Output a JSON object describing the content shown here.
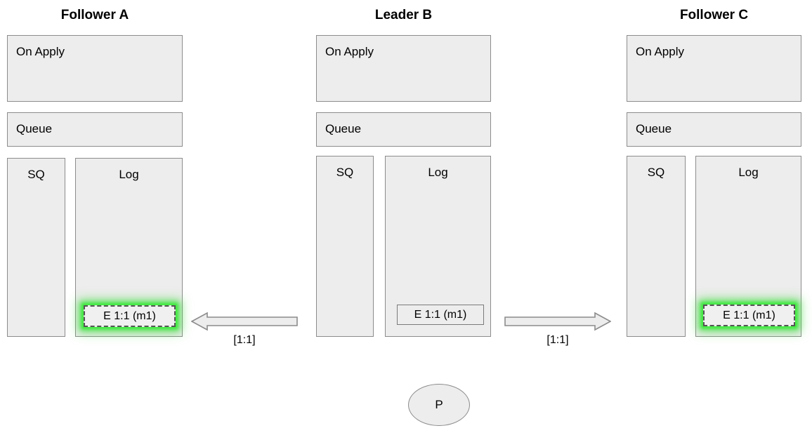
{
  "diagram": {
    "title_bar": null,
    "columns": [
      {
        "id": "follower-a",
        "title": "Follower A",
        "on_apply_label": "On Apply",
        "queue_label": "Queue",
        "sq_label": "SQ",
        "log_label": "Log",
        "log_entries": [
          {
            "text": "E 1:1 (m1)",
            "highlighted": true
          }
        ]
      },
      {
        "id": "leader-b",
        "title": "Leader B",
        "on_apply_label": "On Apply",
        "queue_label": "Queue",
        "sq_label": "SQ",
        "log_label": "Log",
        "log_entries": [
          {
            "text": "E 1:1 (m1)",
            "highlighted": false
          }
        ]
      },
      {
        "id": "follower-c",
        "title": "Follower C",
        "on_apply_label": "On Apply",
        "queue_label": "Queue",
        "sq_label": "SQ",
        "log_label": "Log",
        "log_entries": [
          {
            "text": "E 1:1 (m1)",
            "highlighted": true
          }
        ]
      }
    ],
    "arrows": [
      {
        "id": "leader-to-follower-a",
        "direction": "left",
        "label": "[1:1]"
      },
      {
        "id": "leader-to-follower-c",
        "direction": "right",
        "label": "[1:1]"
      }
    ],
    "client": {
      "label": "P"
    },
    "colors": {
      "box_fill": "#ededed",
      "box_border": "#8c8c8c",
      "entry_border": "#7a7a7a",
      "highlight_glow": "#3ceb3c",
      "highlight_border": "#555555",
      "text": "#000000",
      "background": "#ffffff"
    }
  }
}
